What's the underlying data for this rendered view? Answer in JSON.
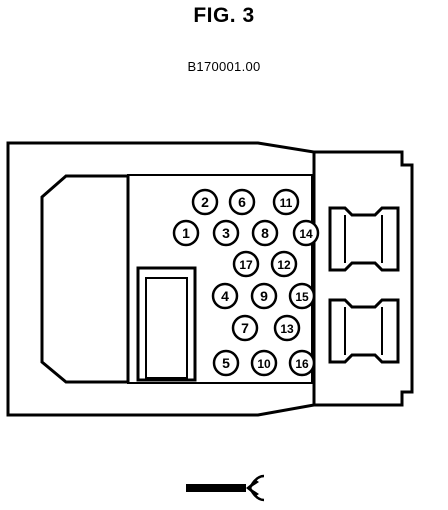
{
  "figure": {
    "title": "FIG. 3",
    "code": "B170001.00"
  },
  "connector": {
    "pins": [
      {
        "label": "1"
      },
      {
        "label": "2"
      },
      {
        "label": "3"
      },
      {
        "label": "4"
      },
      {
        "label": "5"
      },
      {
        "label": "6"
      },
      {
        "label": "7"
      },
      {
        "label": "8"
      },
      {
        "label": "9"
      },
      {
        "label": "10"
      },
      {
        "label": "11"
      },
      {
        "label": "12"
      },
      {
        "label": "13"
      },
      {
        "label": "14"
      },
      {
        "label": "15"
      },
      {
        "label": "16"
      },
      {
        "label": "17"
      }
    ]
  }
}
